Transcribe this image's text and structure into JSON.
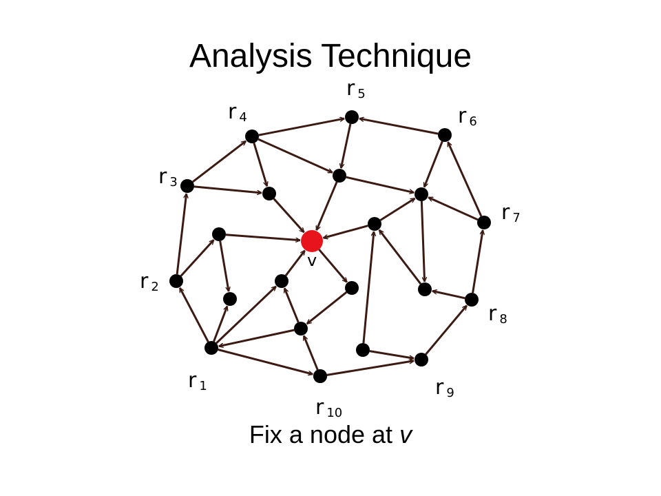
{
  "slide": {
    "title": "Analysis Technique",
    "caption_prefix": "Fix a node at ",
    "caption_var": "v"
  },
  "colors": {
    "node": "#000000",
    "edge": "#3a1a12",
    "highlight": "#e8141b"
  },
  "graph": {
    "nodes": [
      {
        "id": "r1",
        "label": "r",
        "sub": "1"
      },
      {
        "id": "r2",
        "label": "r",
        "sub": "2"
      },
      {
        "id": "r3",
        "label": "r",
        "sub": "3"
      },
      {
        "id": "r4",
        "label": "r",
        "sub": "4"
      },
      {
        "id": "r5",
        "label": "r",
        "sub": "5"
      },
      {
        "id": "r6",
        "label": "r",
        "sub": "6"
      },
      {
        "id": "r7",
        "label": "r",
        "sub": "7"
      },
      {
        "id": "r8",
        "label": "r",
        "sub": "8"
      },
      {
        "id": "r9",
        "label": "r",
        "sub": "9"
      },
      {
        "id": "r10",
        "label": "r",
        "sub": "10"
      },
      {
        "id": "v",
        "label": "v",
        "sub": "",
        "highlight": true
      },
      {
        "id": "a",
        "label": "",
        "sub": ""
      },
      {
        "id": "b",
        "label": "",
        "sub": ""
      },
      {
        "id": "c",
        "label": "",
        "sub": ""
      },
      {
        "id": "d",
        "label": "",
        "sub": ""
      },
      {
        "id": "e",
        "label": "",
        "sub": ""
      },
      {
        "id": "f",
        "label": "",
        "sub": ""
      },
      {
        "id": "g",
        "label": "",
        "sub": ""
      },
      {
        "id": "h",
        "label": "",
        "sub": ""
      },
      {
        "id": "i",
        "label": "",
        "sub": ""
      },
      {
        "id": "j",
        "label": "",
        "sub": ""
      },
      {
        "id": "k",
        "label": "",
        "sub": ""
      },
      {
        "id": "m",
        "label": "",
        "sub": ""
      }
    ],
    "edges": [
      [
        "r3",
        "r4"
      ],
      [
        "r4",
        "r5"
      ],
      [
        "r6",
        "r5"
      ],
      [
        "r7",
        "r6"
      ],
      [
        "r8",
        "r7"
      ],
      [
        "r9",
        "r8"
      ],
      [
        "r10",
        "r9"
      ],
      [
        "r1",
        "r10"
      ],
      [
        "r1",
        "r2"
      ],
      [
        "r2",
        "r3"
      ],
      [
        "r4",
        "a"
      ],
      [
        "r5",
        "a"
      ],
      [
        "r6",
        "b"
      ],
      [
        "a",
        "b"
      ],
      [
        "r7",
        "b"
      ],
      [
        "c",
        "b"
      ],
      [
        "b",
        "f"
      ],
      [
        "r8",
        "f"
      ],
      [
        "f",
        "c"
      ],
      [
        "k",
        "c"
      ],
      [
        "k",
        "r9"
      ],
      [
        "r10",
        "m"
      ],
      [
        "r4",
        "d"
      ],
      [
        "r3",
        "d"
      ],
      [
        "d",
        "v"
      ],
      [
        "a",
        "v"
      ],
      [
        "c",
        "v"
      ],
      [
        "e",
        "v"
      ],
      [
        "v",
        "i"
      ],
      [
        "e",
        "g"
      ],
      [
        "r2",
        "e"
      ],
      [
        "r1",
        "g"
      ],
      [
        "h",
        "v"
      ],
      [
        "r1",
        "h"
      ],
      [
        "j",
        "h"
      ],
      [
        "r10",
        "j"
      ],
      [
        "i",
        "j"
      ],
      [
        "j",
        "r1"
      ]
    ]
  }
}
